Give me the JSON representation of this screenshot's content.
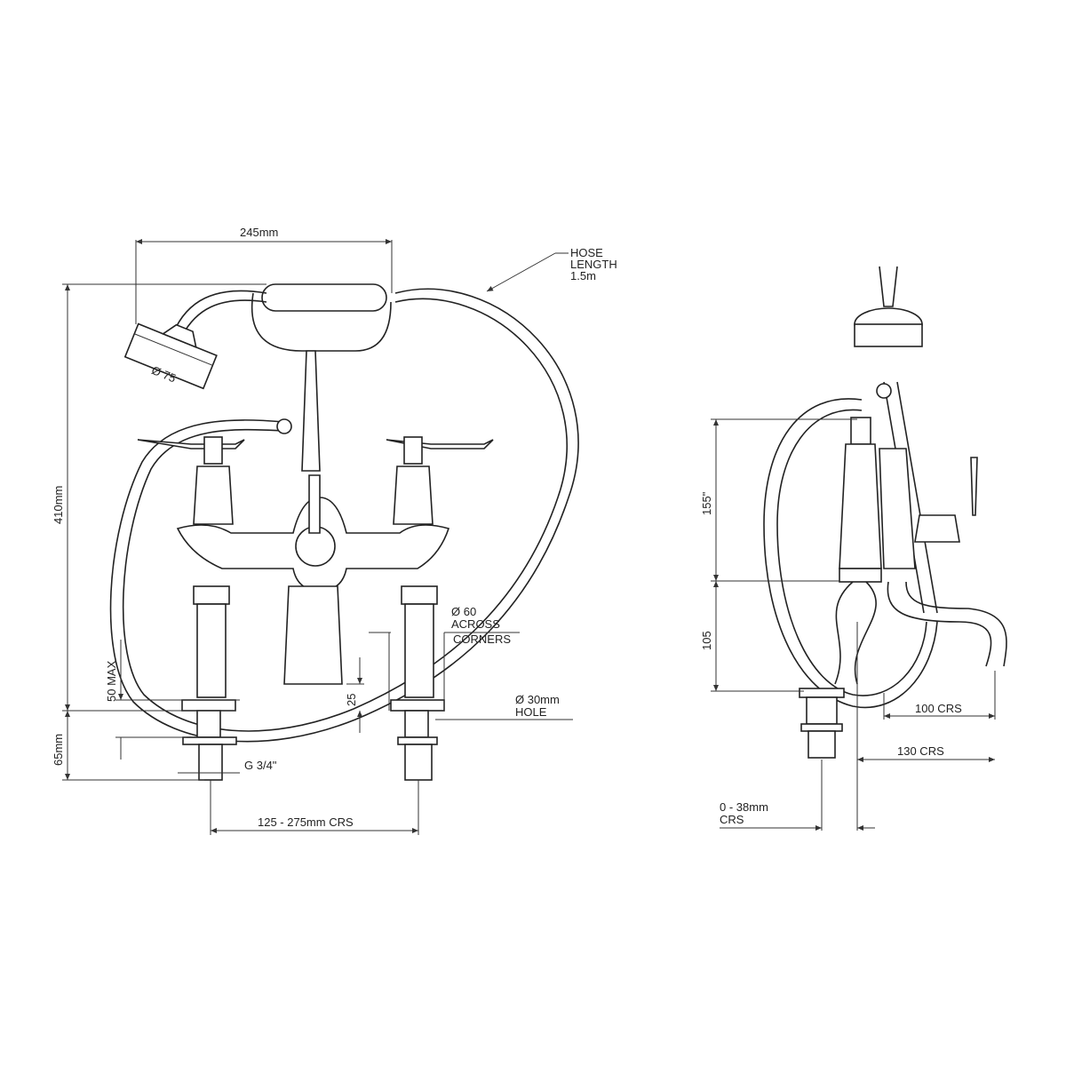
{
  "front_view": {
    "width_label": "245mm",
    "hose_label": [
      "HOSE",
      "LENGTH",
      "1.5m"
    ],
    "head_diameter_label": "Ø 75",
    "height_label": "410mm",
    "max_label": "50 MAX",
    "shank_label": "65mm",
    "thread_label": "G 3/4\"",
    "centres_label": "125 - 275mm CRS",
    "across_corners_label": [
      "Ø 60",
      "ACROSS",
      "CORNERS"
    ],
    "spout_drop_label": "25",
    "hole_label": [
      "Ø 30mm",
      "HOLE"
    ]
  },
  "side_view": {
    "upper_height_label": "155\"",
    "lower_height_label": "105",
    "spout_crs_label": "100 CRS",
    "outer_crs_label": "130 CRS",
    "offset_label": [
      "0 - 38mm",
      "CRS"
    ]
  }
}
